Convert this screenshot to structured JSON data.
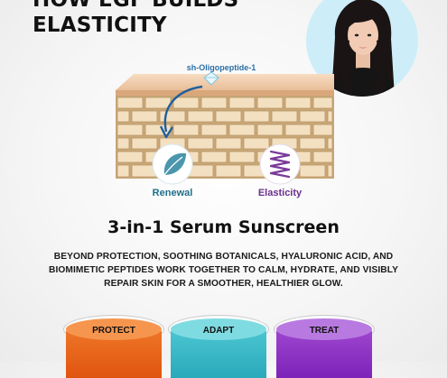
{
  "header": {
    "line1": "HOW EGF BUILDS",
    "line2": "ELASTICITY"
  },
  "diagram": {
    "peptide_label": "sh-Oligopeptide-1",
    "renewal_label": "Renewal",
    "elasticity_label": "Elasticity",
    "icons": [
      "leaf-icon",
      "spring-icon"
    ],
    "colors": {
      "brick": "#efd9b6",
      "mortar": "#c9a878",
      "renewal": "#1f6f8b",
      "elasticity": "#6b2f8e"
    }
  },
  "product": {
    "title": "3-in-1 Serum Sunscreen",
    "description": "BEYOND PROTECTION, SOOTHING BOTANICALS, HYALURONIC ACID, AND BIOMIMETIC PEPTIDES WORK TOGETHER TO CALM, HYDRATE, AND VISIBLY REPAIR SKIN FOR A SMOOTHER, HEALTHIER GLOW."
  },
  "dishes": [
    {
      "label": "PROTECT",
      "color": "#e8641c"
    },
    {
      "label": "ADAPT",
      "color": "#3bb8c6"
    },
    {
      "label": "TREAT",
      "color": "#8a2fc2"
    }
  ]
}
